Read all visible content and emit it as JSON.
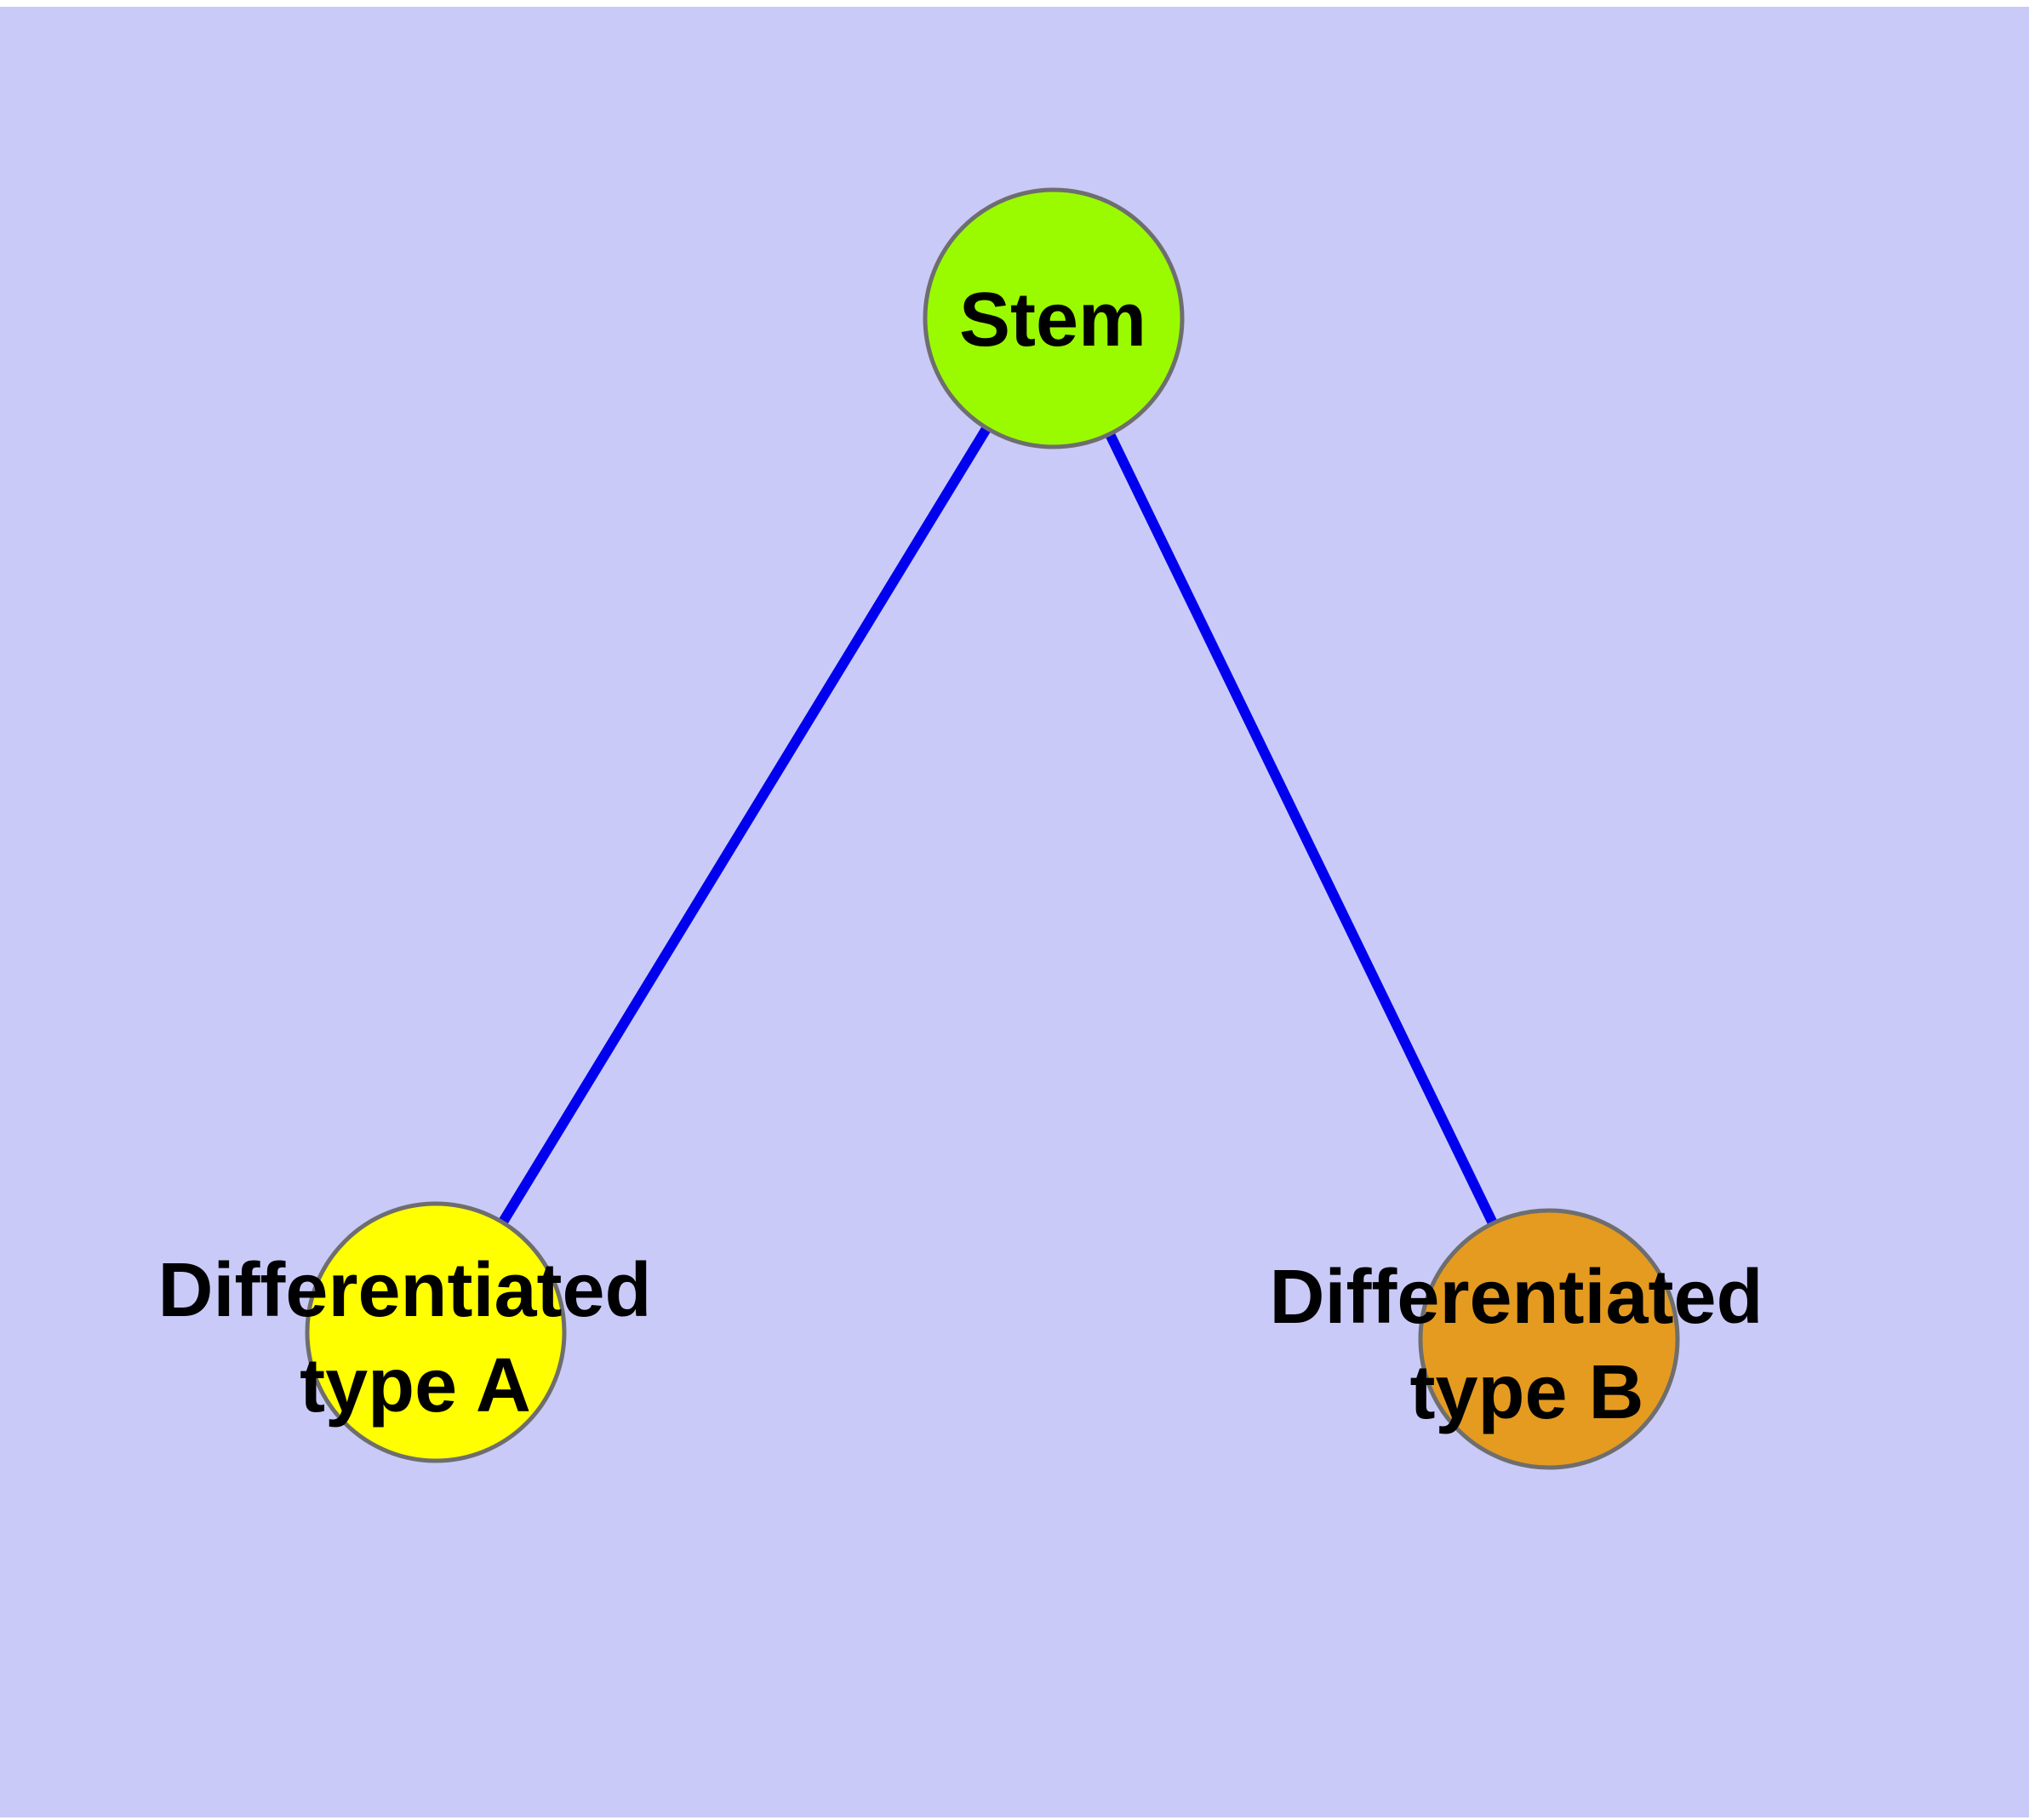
{
  "diagram": {
    "background_color": "#CACAF8",
    "edge_color": "#0000EE",
    "node_border_color": "#6E6E6E",
    "label_color": "#000000",
    "nodes": {
      "stem": {
        "label": "Stem",
        "fill": "#9AFB00"
      },
      "type_a": {
        "label_line1": "Differentiated",
        "label_line2": "type A",
        "fill": "#FFFF00"
      },
      "type_b": {
        "label_line1": "Differentiated",
        "label_line2": "type B",
        "fill": "#E59B20"
      }
    },
    "edges": [
      {
        "from": "Stem",
        "to": "Differentiated type A"
      },
      {
        "from": "Stem",
        "to": "Differentiated type B"
      }
    ]
  }
}
